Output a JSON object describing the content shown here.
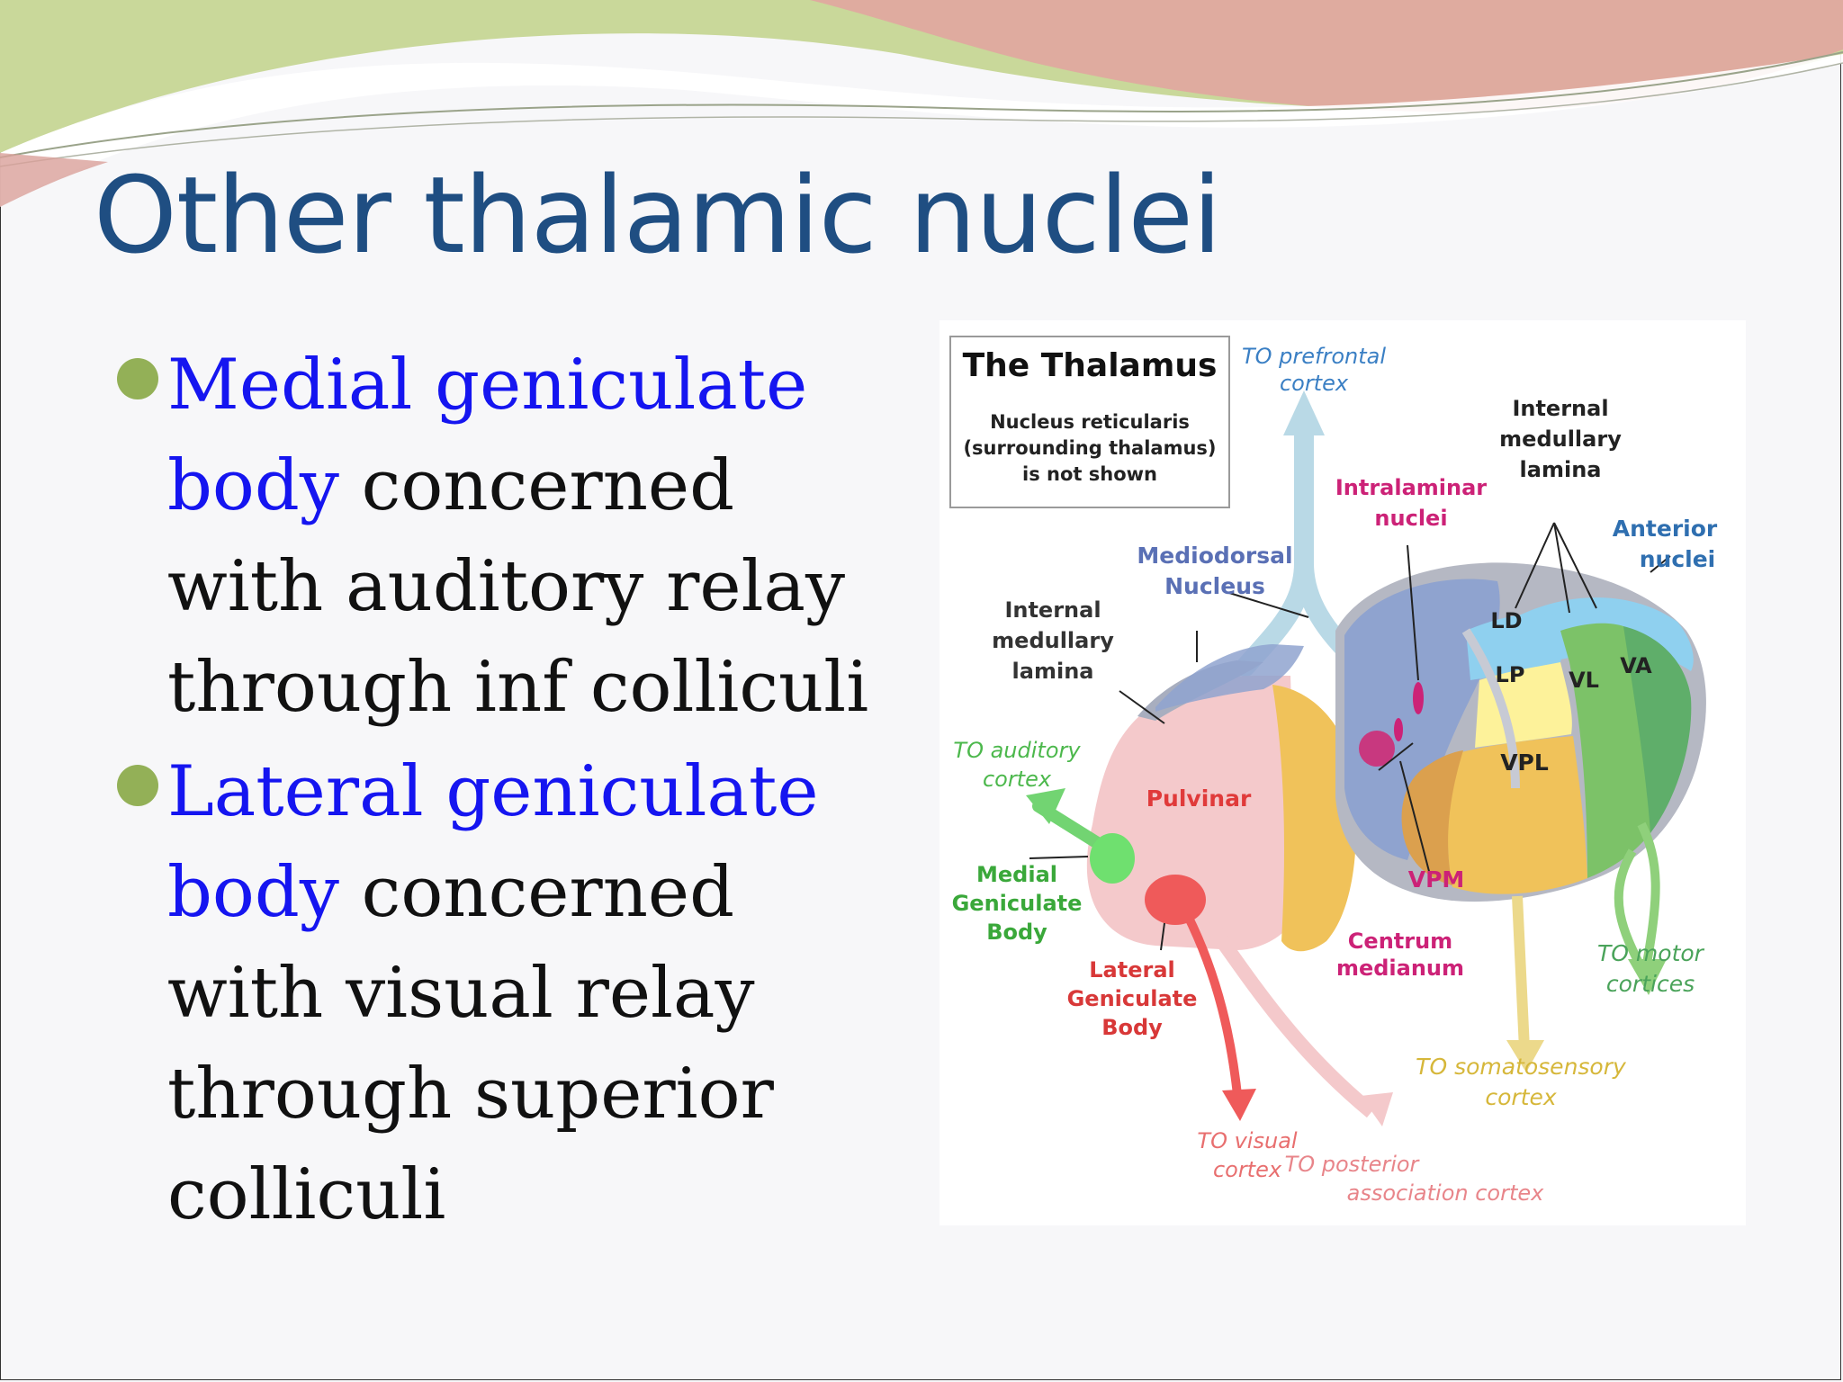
{
  "slide": {
    "title": "Other thalamic nuclei",
    "bullets": [
      {
        "highlight_a": "Medial geniculate",
        "highlight_b": "body",
        "rest": [
          " concerned",
          "with auditory relay",
          "through inf colliculi"
        ]
      },
      {
        "highlight_a": "Lateral geniculate",
        "highlight_b": "body",
        "rest": [
          " concerned",
          "with visual relay",
          "through superior",
          "colliculi"
        ]
      }
    ]
  },
  "diagram": {
    "box_title": "The Thalamus",
    "box_note": [
      "Nucleus reticularis",
      "(surrounding thalamus)",
      "is not shown"
    ],
    "labels": {
      "prefrontal": [
        "TO prefrontal",
        "cortex"
      ],
      "internal_lamina_right": [
        "Internal",
        "medullary",
        "lamina"
      ],
      "intralaminar": [
        "Intralaminar",
        "nuclei"
      ],
      "anterior": [
        "Anterior",
        "nuclei"
      ],
      "mediodorsal": [
        "Mediodorsal",
        "Nucleus"
      ],
      "internal_lamina_left": [
        "Internal",
        "medullary",
        "lamina"
      ],
      "ld": "LD",
      "lp": "LP",
      "vl": "VL",
      "va": "VA",
      "vpl": "VPL",
      "vpm": "VPM",
      "auditory": [
        "TO auditory",
        "cortex"
      ],
      "pulvinar": "Pulvinar",
      "mgb": [
        "Medial",
        "Geniculate",
        "Body"
      ],
      "lgb": [
        "Lateral",
        "Geniculate",
        "Body"
      ],
      "centrum": [
        "Centrum",
        "medianum"
      ],
      "motor": [
        "TO motor",
        "cortices"
      ],
      "somatosensory": [
        "TO somatosensory",
        "cortex"
      ],
      "visual": [
        "TO visual",
        "cortex"
      ],
      "posterior": [
        "TO posterior",
        "association cortex"
      ]
    },
    "colors": {
      "title": "#1f4e82",
      "highlight": "#1515f0",
      "bullet_dot": "#93b057",
      "pulvinar": "#f4c9cb",
      "mediodorsal": "#8fa3cf",
      "anterior": "#8fd0ef",
      "lp": "#fdf29a",
      "vl": "#7cc268",
      "va": "#5fae6a",
      "vpl": "#f0c25a",
      "red_arrow": "#ef5a5a",
      "green_arrow": "#72d472",
      "yellow_arrow": "#ecd98b",
      "motor_arrow": "#8fd07b",
      "magenta": "#cc2277"
    }
  }
}
